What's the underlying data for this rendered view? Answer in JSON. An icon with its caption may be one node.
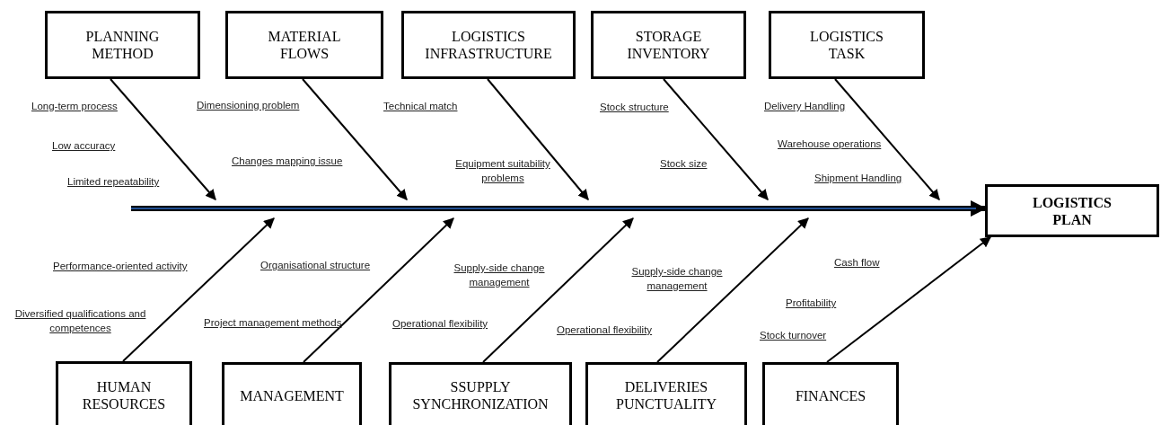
{
  "diagram": {
    "nodes": [
      {
        "text": [
          "PLANNING METHOD"
        ]
      },
      {
        "text": [
          "MATERIAL FLOWS"
        ]
      },
      {
        "text": [
          "LOGISTICS INFRASTRUCTURE"
        ]
      },
      {
        "text": [
          "STORAGE INVENTORY"
        ]
      },
      {
        "text": [
          "LOGISTICS  TASK"
        ]
      },
      {
        "text": [
          "LOGISTICS  PLAN"
        ]
      },
      {
        "text": [
          "HUMAN RESOURCES"
        ]
      },
      {
        "text": [
          "MANAGEMENT"
        ]
      },
      {
        "text": [
          "SSUPPLY SYNCHRONIZATION"
        ]
      },
      {
        "text": [
          "DELIVERIES PUNCTUALITY"
        ]
      },
      {
        "text": [
          "FINANCES"
        ]
      }
    ],
    "edges": [
      {
        "from": 0,
        "to": null,
        "arrow": "to"
      },
      {
        "from": 1,
        "to": null,
        "arrow": "to"
      },
      {
        "from": 2,
        "to": null,
        "arrow": "to"
      },
      {
        "from": 3,
        "to": null,
        "arrow": "to"
      },
      {
        "from": 4,
        "to": null,
        "arrow": "to"
      },
      {
        "from": 6,
        "to": null,
        "arrow": "to"
      },
      {
        "from": 7,
        "to": null,
        "arrow": "to"
      },
      {
        "from": 8,
        "to": null,
        "arrow": "to"
      },
      {
        "from": 9,
        "to": null,
        "arrow": "to"
      },
      {
        "from": 10,
        "to": 5,
        "arrow": "to"
      },
      {
        "from": null,
        "to": 5,
        "arrow": "to",
        "style": "thick"
      }
    ],
    "labels": [
      "Long-term process",
      "Low accuracy",
      "Limited repeatability",
      "Dimensioning problem",
      "Changes mapping issue",
      "Technical match",
      "Equipment suitability problems",
      "Stock structure",
      "Stock size",
      "Delivery Handling",
      "Warehouse operations",
      "Shipment Handling",
      "Performance-oriented activity",
      "Diversified qualifications and competences",
      "Organisational structure",
      "Project management methods",
      "Supply-side change management",
      "Operational flexibility",
      "Supply-side change management",
      "Operational flexibility",
      "Cash flow",
      "Profitability",
      "Stock turnover"
    ]
  }
}
